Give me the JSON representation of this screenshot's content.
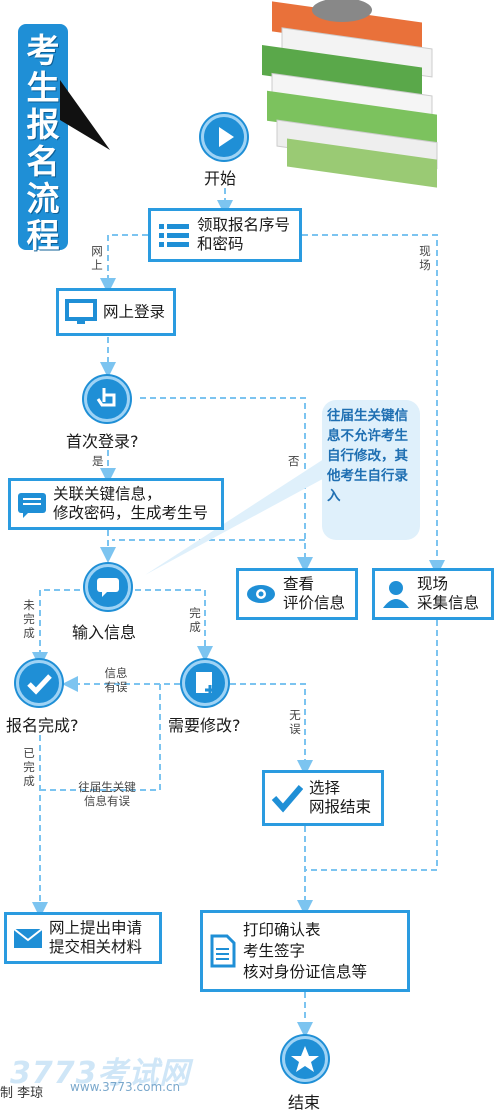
{
  "title": "考生报名流程",
  "callout": "往届生关键信息不允许考生自行修改，其他考生自行录入",
  "nodes": {
    "start": "开始",
    "get_code": "领取报名序号\n和密码",
    "online_login": "网上登录",
    "first_login": "首次登录?",
    "link_info": "关联关键信息，\n修改密码，生成考生号",
    "view_eval": "查看\n评价信息",
    "onsite_collect": "现场\n采集信息",
    "input_info": "输入信息",
    "reg_done": "报名完成?",
    "need_modify": "需要修改?",
    "select_done": "选择\n网报结束",
    "submit_online": "网上提出申请\n提交相关材料",
    "print_confirm": "打印确认表\n考生签字\n核对身份证信息等",
    "end": "结束"
  },
  "edges": {
    "online": "网上",
    "onsite": "现场",
    "yes": "是",
    "no": "否",
    "not_done": "未完成",
    "done_input": "完成",
    "info_error": "信息\n有误",
    "no_error": "无误",
    "completed": "已完成",
    "grad_error": "往届生关键\n信息有误"
  },
  "colors": {
    "accent": "#1f8fd6",
    "border": "#2a9be0",
    "dash": "#7cc4f0",
    "callout_bg": "#dff0fb"
  },
  "icons": {
    "start": "play-icon",
    "get_code": "list-icon",
    "online_login": "monitor-icon",
    "first_login": "hand-pointer-icon",
    "link_info": "chat-icon",
    "view_eval": "eye-icon",
    "onsite_collect": "person-icon",
    "input_info": "speech-bubble-icon",
    "reg_done": "check-icon",
    "need_modify": "document-plus-icon",
    "select_done": "check-icon",
    "submit_online": "envelope-icon",
    "print_confirm": "document-icon",
    "end": "star-icon"
  },
  "watermark": "3773考试网",
  "watermark_url": "www.3773.com.cn",
  "credit": "制 李琼"
}
